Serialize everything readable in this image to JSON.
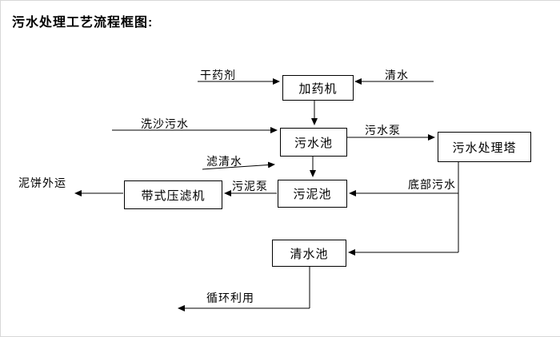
{
  "title": "污水处理工艺流程框图:",
  "nodes": {
    "dosing_machine": {
      "label": "加药机"
    },
    "sewage_pool": {
      "label": "污水池"
    },
    "treatment_tower": {
      "label": "污水处理塔"
    },
    "sludge_pool": {
      "label": "污泥池"
    },
    "belt_filter_press": {
      "label": "带式压滤机"
    },
    "clear_water_pool": {
      "label": "清水池"
    }
  },
  "edge_labels": {
    "dry_chemical": "干药剂",
    "clear_water": "清水",
    "sand_washing_sewage": "洗沙污水",
    "sewage_pump": "污水泵",
    "filtered_water": "滤清水",
    "sludge_pump": "污泥泵",
    "bottom_sewage": "底部污水",
    "mud_cake_out": "泥饼外运",
    "recycling": "循环利用"
  },
  "colors": {
    "line": "#000000",
    "background": "#ffffff"
  }
}
